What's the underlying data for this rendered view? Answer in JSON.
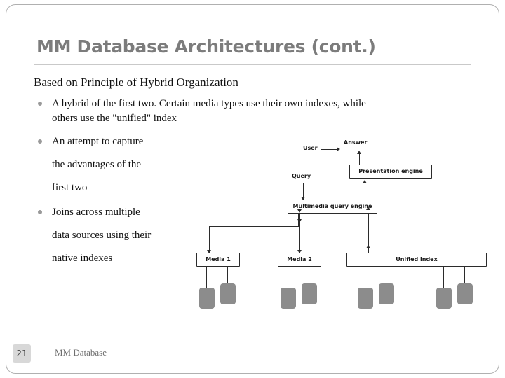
{
  "slide": {
    "title": "MM Database Architectures (cont.)",
    "lead_prefix": "Based on ",
    "lead_underlined": "Principle of Hybrid Organization",
    "bullets": [
      {
        "line1": "A hybrid of the first two. Certain media types use their own indexes, while",
        "line2": "others use the \"unified\" index"
      },
      {
        "line1": "An attempt to capture",
        "line2": "the advantages of the",
        "line3": "first two"
      },
      {
        "line1": "Joins across multiple",
        "line2": "data sources using their",
        "line3": "native indexes"
      }
    ],
    "footer": {
      "page_number": "21",
      "text": "MM Database"
    }
  },
  "diagram": {
    "labels": {
      "user": "User",
      "answer": "Answer",
      "query": "Query",
      "presentation_engine": "Presentation engine",
      "multimedia_query_engine": "Multimedia query engine",
      "media1": "Media 1",
      "media2": "Media 2",
      "unified_index": "Unified index"
    }
  },
  "colors": {
    "title": "#7c7c7c",
    "bullet_dot": "#9a9a9a",
    "cylinder": "#8c8c8c",
    "badge": "#d8d8d8",
    "border": "#2b2b2b"
  }
}
